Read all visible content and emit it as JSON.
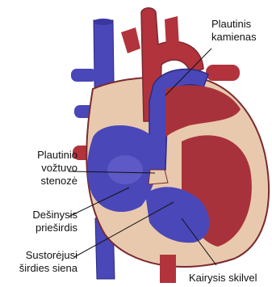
{
  "labels": {
    "pulmonary_trunk": [
      "Plautinis",
      "kamienas"
    ],
    "pulmonary_valve_stenosis": [
      "Plautinio",
      "vožtuvo",
      "stenozė"
    ],
    "right_atrium": [
      "Dešinysis",
      "prieširdis"
    ],
    "thickened_wall": [
      "Sustorėjusi",
      "širdies siena"
    ],
    "left_ventricle": [
      "Kairysis skilvel"
    ]
  },
  "colors": {
    "deoxygenated_blue": "#4a47b8",
    "oxygenated_red": "#b2333c",
    "myocardium": "#e9c9ad",
    "outline": "#7a2a2f",
    "label_text": "#111111"
  }
}
